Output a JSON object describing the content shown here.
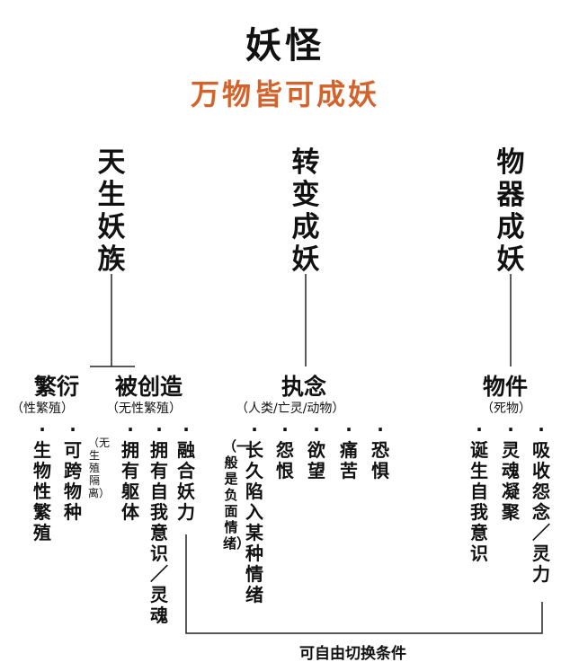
{
  "title": "妖怪",
  "subtitle": "万物皆可成妖",
  "branches": {
    "born": {
      "label": "天生妖族",
      "fanyan": {
        "label": "繁衍",
        "note": "（性繁殖）",
        "items": [
          "生物性繁殖",
          "可跨物种"
        ],
        "small_note": "（无生殖隔离）"
      },
      "created": {
        "label": "被创造",
        "note": "（无性繁殖）",
        "items": [
          "拥有躯体",
          "拥有自我意识／灵魂",
          "融合妖力"
        ]
      }
    },
    "transform": {
      "label": "转变成妖",
      "obsession": {
        "label": "执念",
        "note": "（人类/亡灵/动物）",
        "items": [
          "长久陷入某种情绪",
          "怨恨",
          "欲望",
          "痛苦",
          "恐惧"
        ],
        "small_note": "（一般是负面情绪）"
      }
    },
    "object": {
      "label": "物器成妖",
      "objects": {
        "label": "物件",
        "note": "（死物）",
        "items": [
          "诞生自我意识",
          "灵魂凝聚",
          "吸收怨念／灵力"
        ]
      }
    }
  },
  "footer": "可自由切换条件",
  "colors": {
    "accent": "#d4622b",
    "text": "#111111",
    "line": "#222222"
  }
}
